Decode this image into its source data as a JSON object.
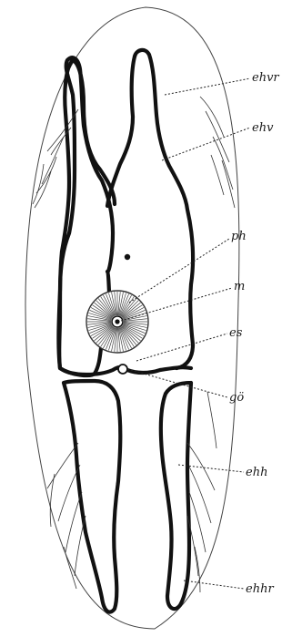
{
  "labels": {
    "ehvr": "ehvr",
    "ehv": "ehv",
    "ph": "ph",
    "m": "m",
    "es": "es",
    "go": "gö",
    "ehh": "ehh",
    "ehhr": "ehhr"
  }
}
